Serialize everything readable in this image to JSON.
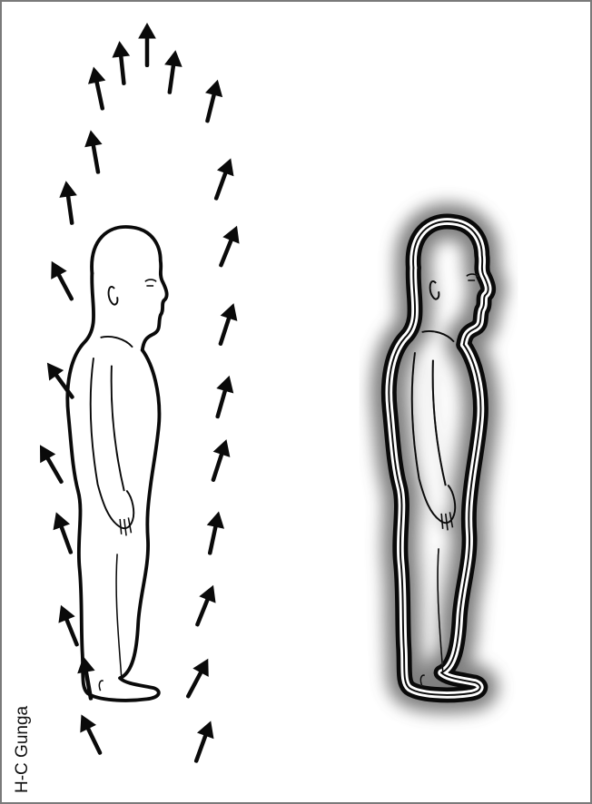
{
  "figure": {
    "credit": "H-C Gunga",
    "panels": [
      {
        "id": "left",
        "depicts": "convective-airflow",
        "arrow_direction": "up"
      },
      {
        "id": "right",
        "depicts": "boundary-layer"
      }
    ],
    "colors": {
      "ink": "#0a0a0a",
      "halo": "#7f7f7f",
      "frame": "#7a7a7a",
      "background": "#ffffff"
    }
  }
}
